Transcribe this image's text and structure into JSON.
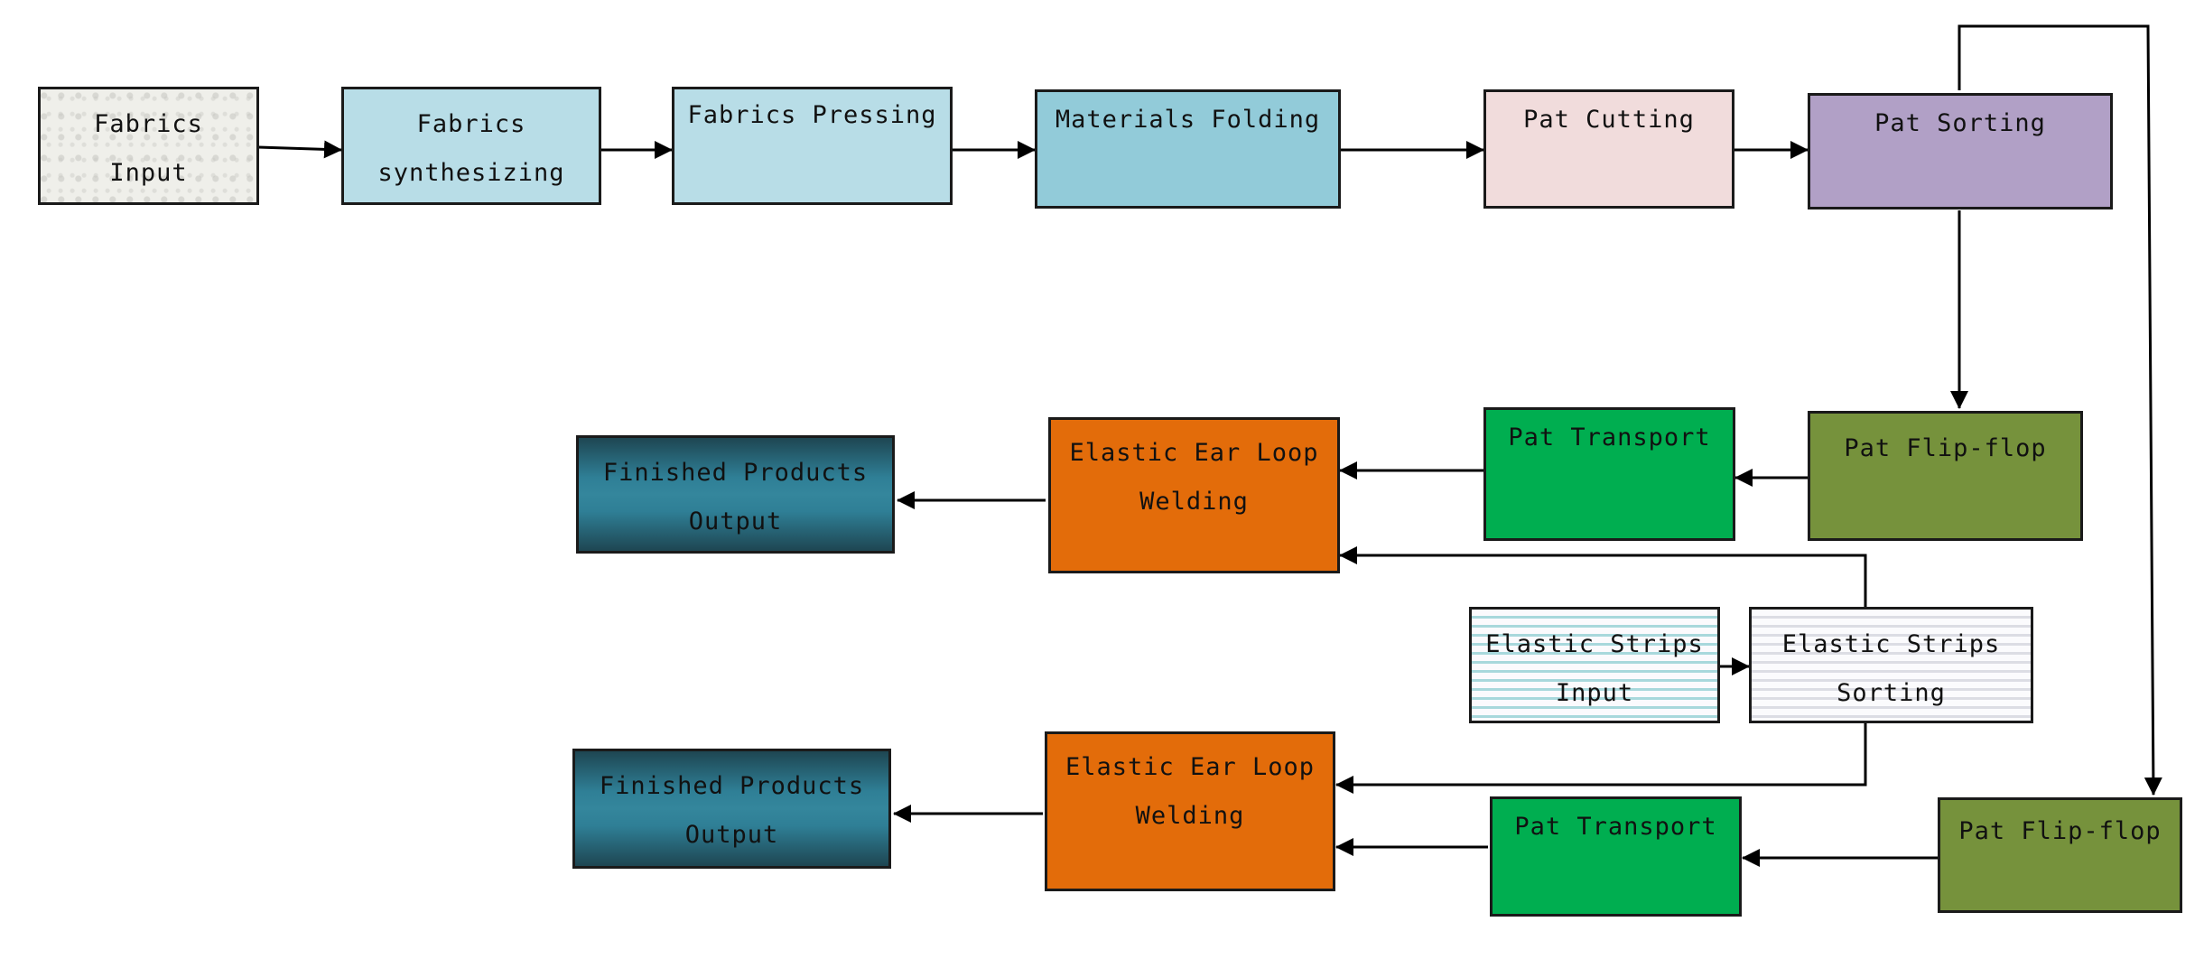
{
  "diagram": {
    "title": "",
    "nodes": [
      {
        "id": "fabrics-input",
        "lines": [
          "Fabrics",
          "Input"
        ],
        "fill": "#efefea",
        "texture": "fabric"
      },
      {
        "id": "fabrics-synthesizing",
        "lines": [
          "Fabrics",
          "synthesizing"
        ],
        "fill": "#b8dde7"
      },
      {
        "id": "fabrics-pressing",
        "lines": [
          "Fabrics Pressing"
        ],
        "fill": "#b8dde7"
      },
      {
        "id": "materials-folding",
        "lines": [
          "Materials Folding"
        ],
        "fill": "#92cbd9"
      },
      {
        "id": "pat-cutting",
        "lines": [
          "Pat Cutting"
        ],
        "fill": "#f1dcdc"
      },
      {
        "id": "pat-sorting",
        "lines": [
          "Pat Sorting"
        ],
        "fill": "#b1a0c6"
      },
      {
        "id": "pat-flip-flop-1",
        "lines": [
          "Pat Flip-flop"
        ],
        "fill": "#76923c"
      },
      {
        "id": "pat-transport-1",
        "lines": [
          "Pat Transport"
        ],
        "fill": "#00ae50"
      },
      {
        "id": "ear-loop-welding-1",
        "lines": [
          "Elastic Ear Loop",
          "Welding"
        ],
        "fill": "#e36c0a"
      },
      {
        "id": "finished-products-1",
        "lines": [
          "Finished Products",
          "Output"
        ],
        "fill": "#31849b",
        "texture": "gradient"
      },
      {
        "id": "elastic-strips-input",
        "lines": [
          "Elastic Strips",
          "Input"
        ],
        "fill": "#fbfafd",
        "texture": "lines-blue"
      },
      {
        "id": "elastic-strips-sorting",
        "lines": [
          "Elastic Strips",
          "Sorting"
        ],
        "fill": "#fbfbfd",
        "texture": "lines-grey"
      },
      {
        "id": "ear-loop-welding-2",
        "lines": [
          "Elastic Ear Loop",
          "Welding"
        ],
        "fill": "#e36c0a"
      },
      {
        "id": "finished-products-2",
        "lines": [
          "Finished Products",
          "Output"
        ],
        "fill": "#31849b",
        "texture": "gradient"
      },
      {
        "id": "pat-transport-2",
        "lines": [
          "Pat Transport"
        ],
        "fill": "#00ae50"
      },
      {
        "id": "pat-flip-flop-2",
        "lines": [
          "Pat Flip-flop"
        ],
        "fill": "#76923c"
      }
    ],
    "edges": [
      {
        "from": "fabrics-input",
        "to": "fabrics-synthesizing"
      },
      {
        "from": "fabrics-synthesizing",
        "to": "fabrics-pressing"
      },
      {
        "from": "fabrics-pressing",
        "to": "materials-folding"
      },
      {
        "from": "materials-folding",
        "to": "pat-cutting"
      },
      {
        "from": "pat-cutting",
        "to": "pat-sorting"
      },
      {
        "from": "pat-sorting",
        "to": "pat-flip-flop-1"
      },
      {
        "from": "pat-sorting",
        "to": "pat-flip-flop-2"
      },
      {
        "from": "pat-flip-flop-1",
        "to": "pat-transport-1"
      },
      {
        "from": "pat-transport-1",
        "to": "ear-loop-welding-1"
      },
      {
        "from": "elastic-strips-input",
        "to": "elastic-strips-sorting"
      },
      {
        "from": "elastic-strips-sorting",
        "to": "ear-loop-welding-1"
      },
      {
        "from": "elastic-strips-sorting",
        "to": "ear-loop-welding-2"
      },
      {
        "from": "ear-loop-welding-1",
        "to": "finished-products-1"
      },
      {
        "from": "pat-flip-flop-2",
        "to": "pat-transport-2"
      },
      {
        "from": "pat-transport-2",
        "to": "ear-loop-welding-2"
      },
      {
        "from": "ear-loop-welding-2",
        "to": "finished-products-2"
      }
    ],
    "line_color": "#000000"
  }
}
